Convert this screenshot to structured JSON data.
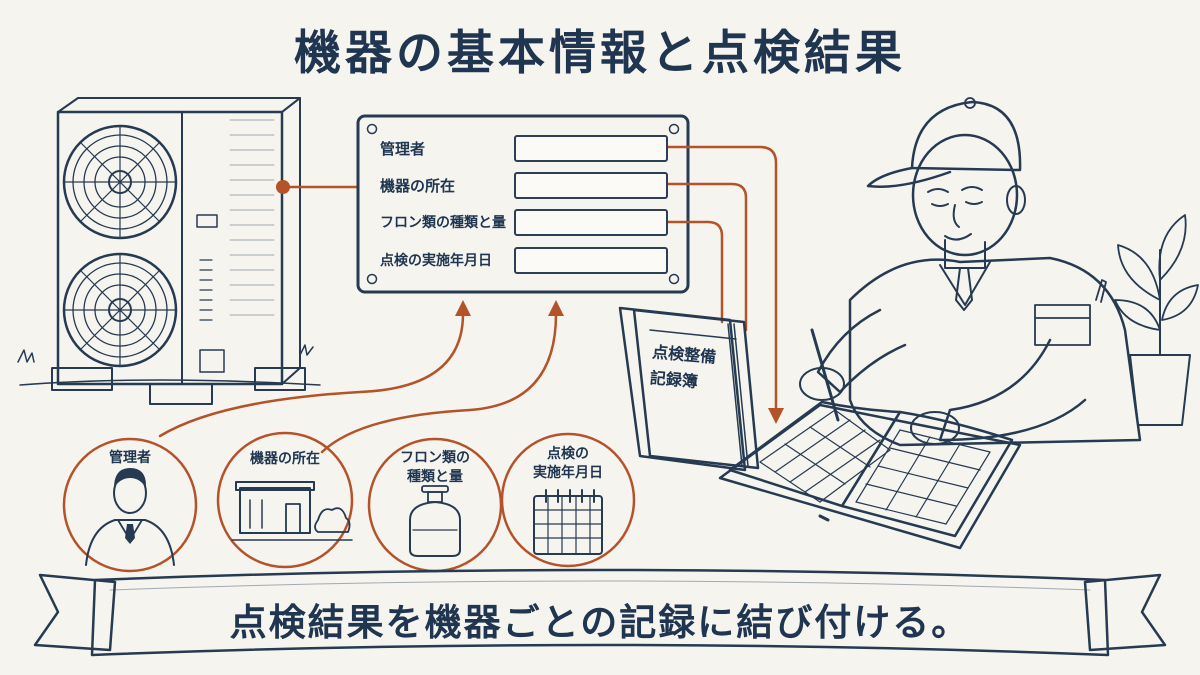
{
  "title": "機器の基本情報と点検結果",
  "record_panel": {
    "fields": [
      {
        "label": "管理者",
        "value": ""
      },
      {
        "label": "機器の所在",
        "value": ""
      },
      {
        "label": "フロン類の種類と量",
        "value": ""
      },
      {
        "label": "点検の実施年月日",
        "value": ""
      }
    ]
  },
  "logbook": {
    "cover_title": "点検整備\n記録簿"
  },
  "info_items": [
    {
      "label": "管理者",
      "icon": "manager-icon"
    },
    {
      "label": "機器の所在",
      "icon": "building-icon"
    },
    {
      "label": "フロン類の\n種類と量",
      "icon": "gas-cylinder-icon"
    },
    {
      "label": "点検の\n実施年月日",
      "icon": "calendar-icon"
    }
  ],
  "banner": {
    "text": "点検結果を機器ごとの記録に結び付ける。"
  },
  "colors": {
    "ink": "#263a52",
    "accent": "#b4532a",
    "background": "#f6f4ee",
    "banner_fill": "#f3e2d2"
  }
}
